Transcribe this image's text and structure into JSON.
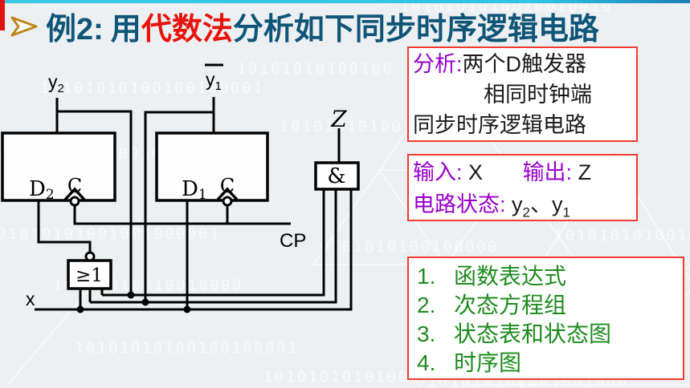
{
  "title": {
    "part_example": "例2:",
    "part_pre": "用",
    "part_method": "代数法",
    "part_rest": "分析如下同步时序逻辑电路"
  },
  "analysis_box": {
    "label": "分析:",
    "line1": "两个D触发器",
    "line2": "相同时钟端",
    "line3": "同步时序逻辑电路"
  },
  "io_box": {
    "input_label": "输入:",
    "input_value": "X",
    "output_label": "输出:",
    "output_value": "Z",
    "state_label": "电路状态:",
    "state_y2_base": "y",
    "state_y2_sub": "2",
    "state_sep": "、",
    "state_y1_base": "y",
    "state_y1_sub": "1"
  },
  "steps_box": {
    "items": [
      {
        "num": "1.",
        "label": "函数表达式"
      },
      {
        "num": "2.",
        "label": "次态方程组"
      },
      {
        "num": "3.",
        "label": "状态表和状态图"
      },
      {
        "num": "4.",
        "label": "时序图"
      }
    ]
  },
  "circuit": {
    "y2_base": "y",
    "y2_sub": "2",
    "y1_base": "y",
    "y1_sub": "1",
    "ff2_base": "D",
    "ff2_sub": "2",
    "ff1_base": "D",
    "ff1_sub": "1",
    "clock_label": "C",
    "or_label": "≥1",
    "and_label": "&",
    "cp_label": "CP",
    "x_label": "x",
    "z_label": "Z"
  },
  "colors": {
    "title_teal": "#0f5578",
    "accent_red": "#e9130d",
    "bullet_gold": "#bd861c",
    "purple": "#9900cc",
    "green": "#1e8c1e",
    "panel_border_red": "#f23a2e",
    "top_bar_cyan": "#2fc3e4"
  },
  "watermark": {
    "strings": [
      "1010101010010010010",
      "10101010100100100001",
      "10101010100100",
      "0101010100100100001",
      "01010101001001000001",
      "10101010010010000",
      "10101010100100100001",
      "10101010101001001",
      "0101010101001001000",
      "0101010100100000",
      "1010101010010",
      "10101010100100"
    ]
  }
}
